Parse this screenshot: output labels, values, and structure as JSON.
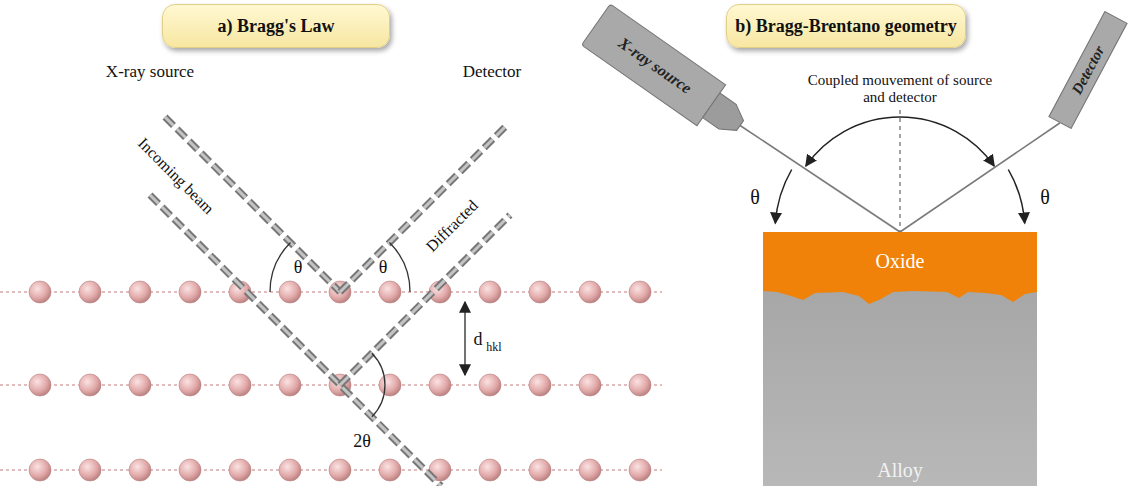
{
  "diagram": {
    "nodes": [
      {
        "text": [
          "a) Bragg's Law"
        ]
      },
      {
        "text": [
          "b) Bragg-Brentano geometry"
        ]
      },
      {
        "text": [
          "X-ray source"
        ]
      },
      {
        "text": [
          "Detector"
        ]
      },
      {
        "text": [
          "Oxide"
        ]
      },
      {
        "text": [
          "Alloy"
        ]
      }
    ],
    "edges": [
      {
        "from": 2,
        "to": 4,
        "arrow": "none"
      },
      {
        "from": 4,
        "to": 3,
        "arrow": "none"
      }
    ],
    "labels": [
      "X-ray source",
      "Detector",
      "Incoming beam",
      "Diffracted",
      "θ",
      "θ",
      "d",
      "hkl",
      "2θ",
      "Coupled mouvement of source and detector",
      "θ",
      "θ"
    ]
  }
}
